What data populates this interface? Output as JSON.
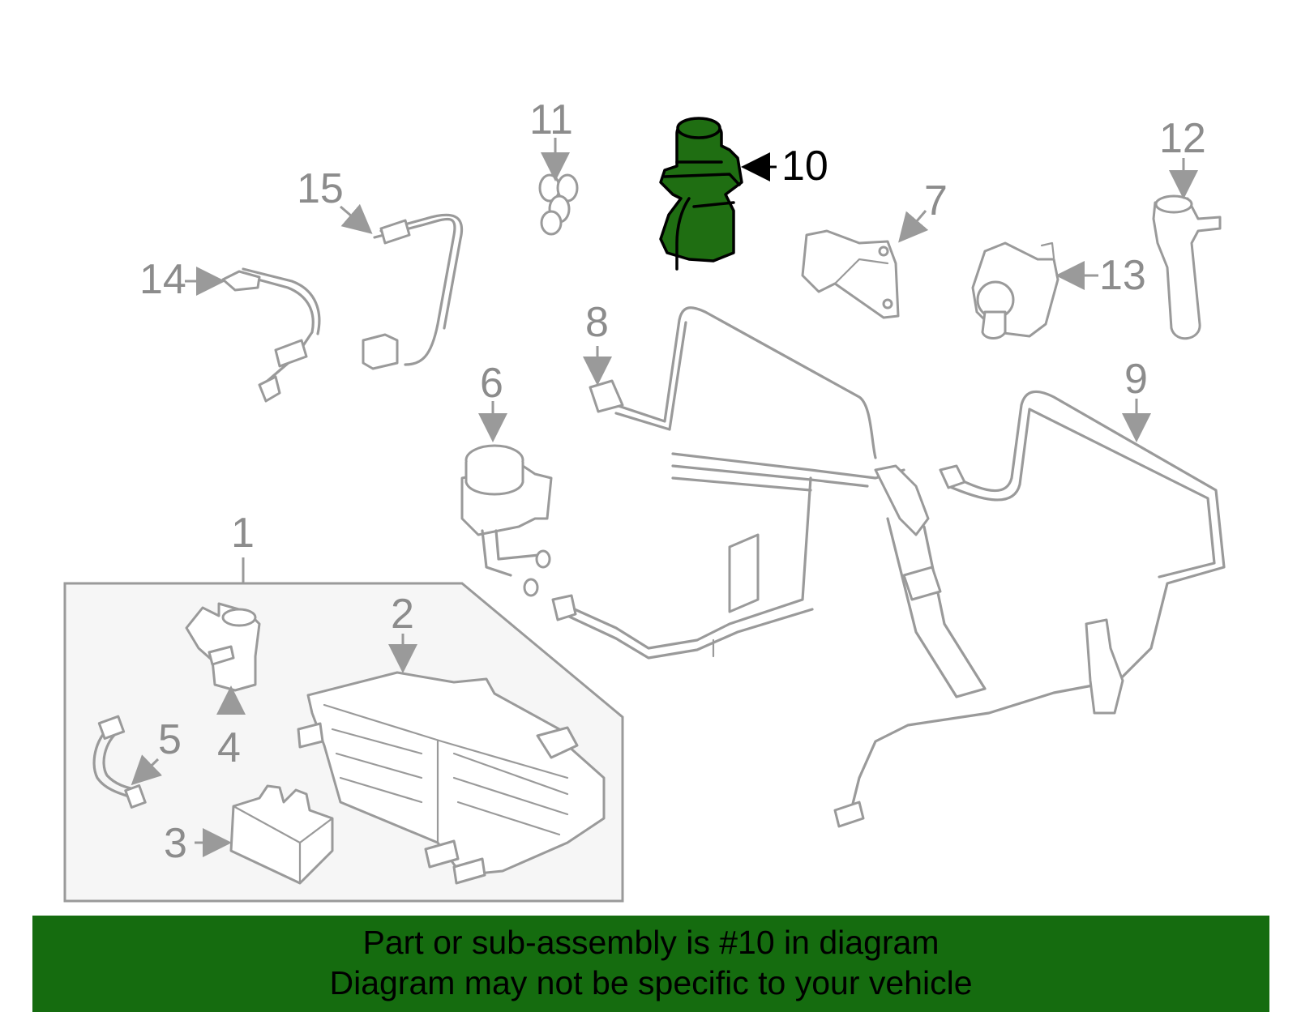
{
  "diagram": {
    "highlight_color": "#1f6e12",
    "line_color": "#9a9a9a",
    "highlighted_part": "10",
    "callouts": [
      {
        "id": "c1",
        "label": "1"
      },
      {
        "id": "c2",
        "label": "2"
      },
      {
        "id": "c3",
        "label": "3"
      },
      {
        "id": "c4",
        "label": "4"
      },
      {
        "id": "c5",
        "label": "5"
      },
      {
        "id": "c6",
        "label": "6"
      },
      {
        "id": "c7",
        "label": "7"
      },
      {
        "id": "c8",
        "label": "8"
      },
      {
        "id": "c9",
        "label": "9"
      },
      {
        "id": "c10",
        "label": "10"
      },
      {
        "id": "c11",
        "label": "11"
      },
      {
        "id": "c12",
        "label": "12"
      },
      {
        "id": "c13",
        "label": "13"
      },
      {
        "id": "c14",
        "label": "14"
      },
      {
        "id": "c15",
        "label": "15"
      }
    ]
  },
  "footer": {
    "background": "#156c0f",
    "line1": "Part or sub-assembly is #10 in diagram",
    "line2": "Diagram may not be specific to your vehicle"
  }
}
